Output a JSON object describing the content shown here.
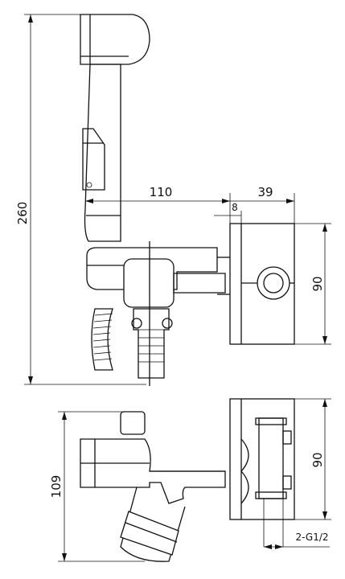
{
  "dimensions": {
    "total_height": "260",
    "horizontal_reach": "110",
    "box_depth": "39",
    "flange": "8",
    "box_height_side": "90",
    "box_height_bottom": "90",
    "bottom_height": "109",
    "connection": "2-G1/2"
  }
}
